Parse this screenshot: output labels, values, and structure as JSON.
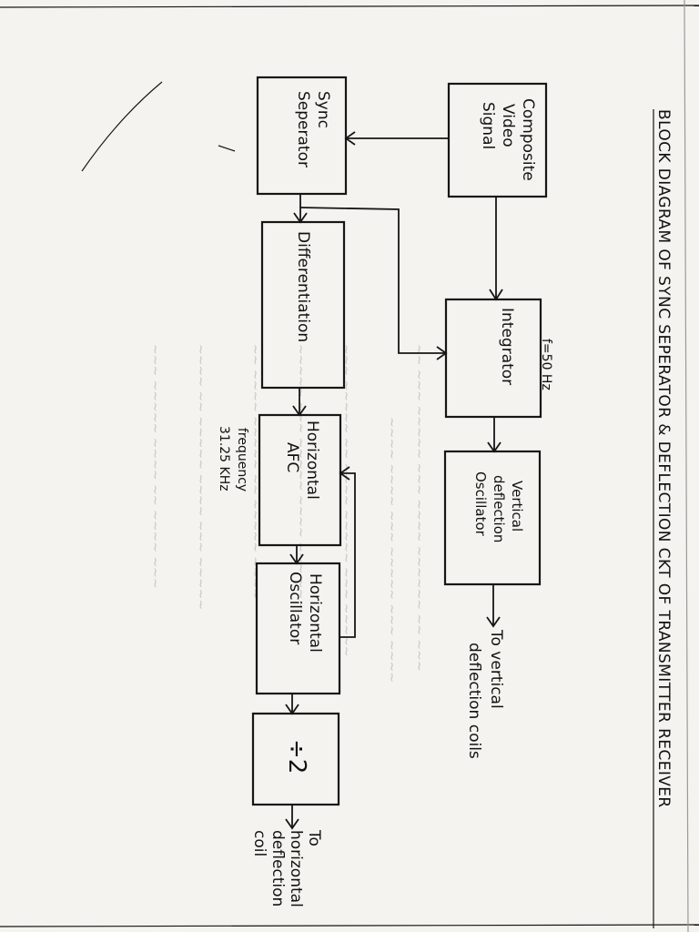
{
  "title": "BLOCK DIAGRAM OF SYNC SEPERATOR & DEFLECTION CKT OF TRANSMITTER RECEIVER",
  "blocks": {
    "composite": [
      "Composite",
      "Video",
      "Signal"
    ],
    "sync": [
      "Sync",
      "Seperator"
    ],
    "integrator": [
      "Integrator"
    ],
    "vertical_osc": [
      "Vertical",
      "deflection",
      "Oscillator"
    ],
    "differentiation": [
      "Differentiation"
    ],
    "horizontal_afc": [
      "Horizontal",
      "AFC"
    ],
    "horizontal_osc": [
      "Horizontal",
      "Oscillator"
    ],
    "divider": [
      "÷2"
    ]
  },
  "annotations": {
    "vertical_freq": "f=50 Hz",
    "horizontal_freq": [
      "frequency",
      "31.25 KHz"
    ]
  },
  "outputs": {
    "vertical": [
      "To vertical",
      "deflection coils"
    ],
    "horizontal": [
      "To",
      "horizontal",
      "deflection",
      "coil"
    ]
  }
}
